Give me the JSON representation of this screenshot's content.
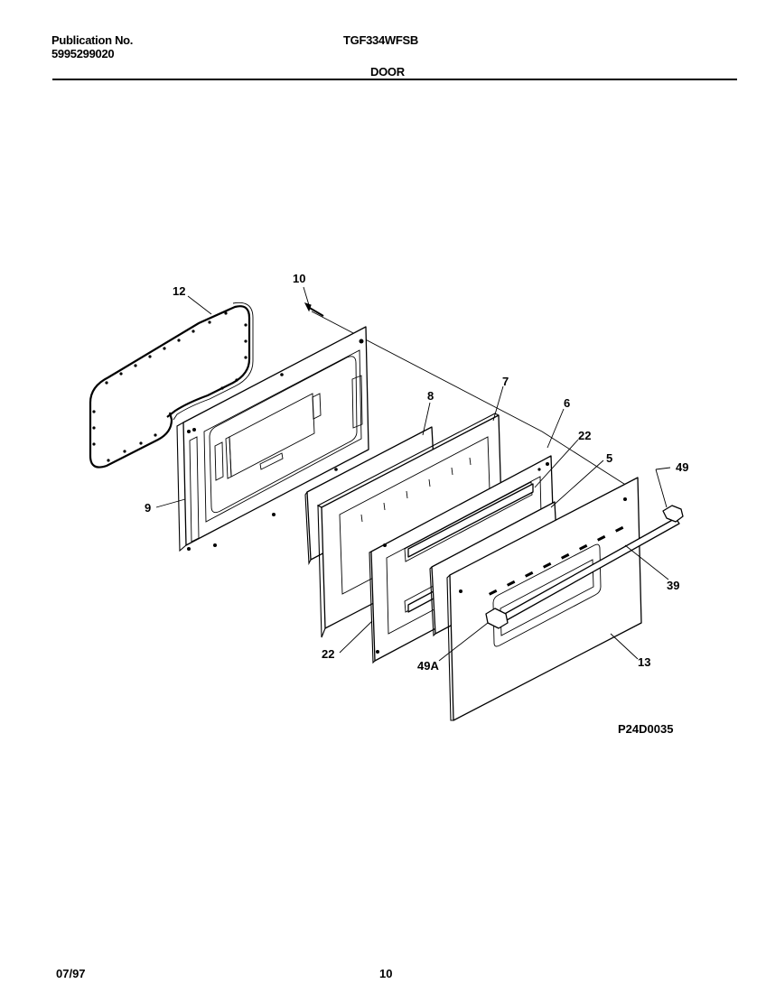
{
  "header": {
    "publication_label": "Publication No.",
    "publication_number": "5995299020",
    "model": "TGF334WFSB",
    "section": "DOOR"
  },
  "diagram": {
    "callouts": {
      "c12": "12",
      "c10": "10",
      "c8": "8",
      "c7": "7",
      "c6": "6",
      "c22a": "22",
      "c5": "5",
      "c49": "49",
      "c9": "9",
      "c39": "39",
      "c22b": "22",
      "c49a": "49A",
      "c13": "13"
    },
    "figure_code": "P24D0035"
  },
  "footer": {
    "date": "07/97",
    "page": "10"
  }
}
